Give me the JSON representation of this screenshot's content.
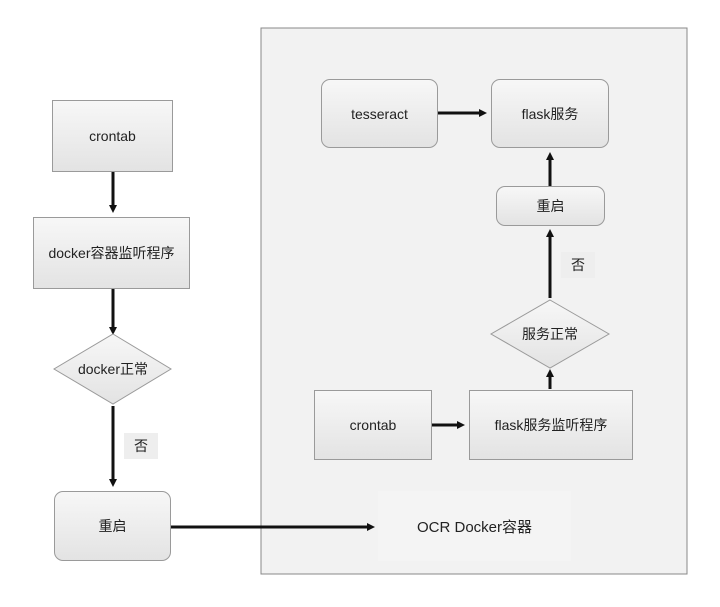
{
  "left_flow": {
    "crontab": "crontab",
    "monitor": "docker容器监听程序",
    "decision": "docker正常",
    "no_label": "否",
    "restart": "重启"
  },
  "container": {
    "label": "OCR Docker容器",
    "tesseract": "tesseract",
    "flask_service": "flask服务",
    "restart": "重启",
    "no_label": "否",
    "decision": "服务正常",
    "crontab": "crontab",
    "flask_monitor": "flask服务监听程序"
  }
}
